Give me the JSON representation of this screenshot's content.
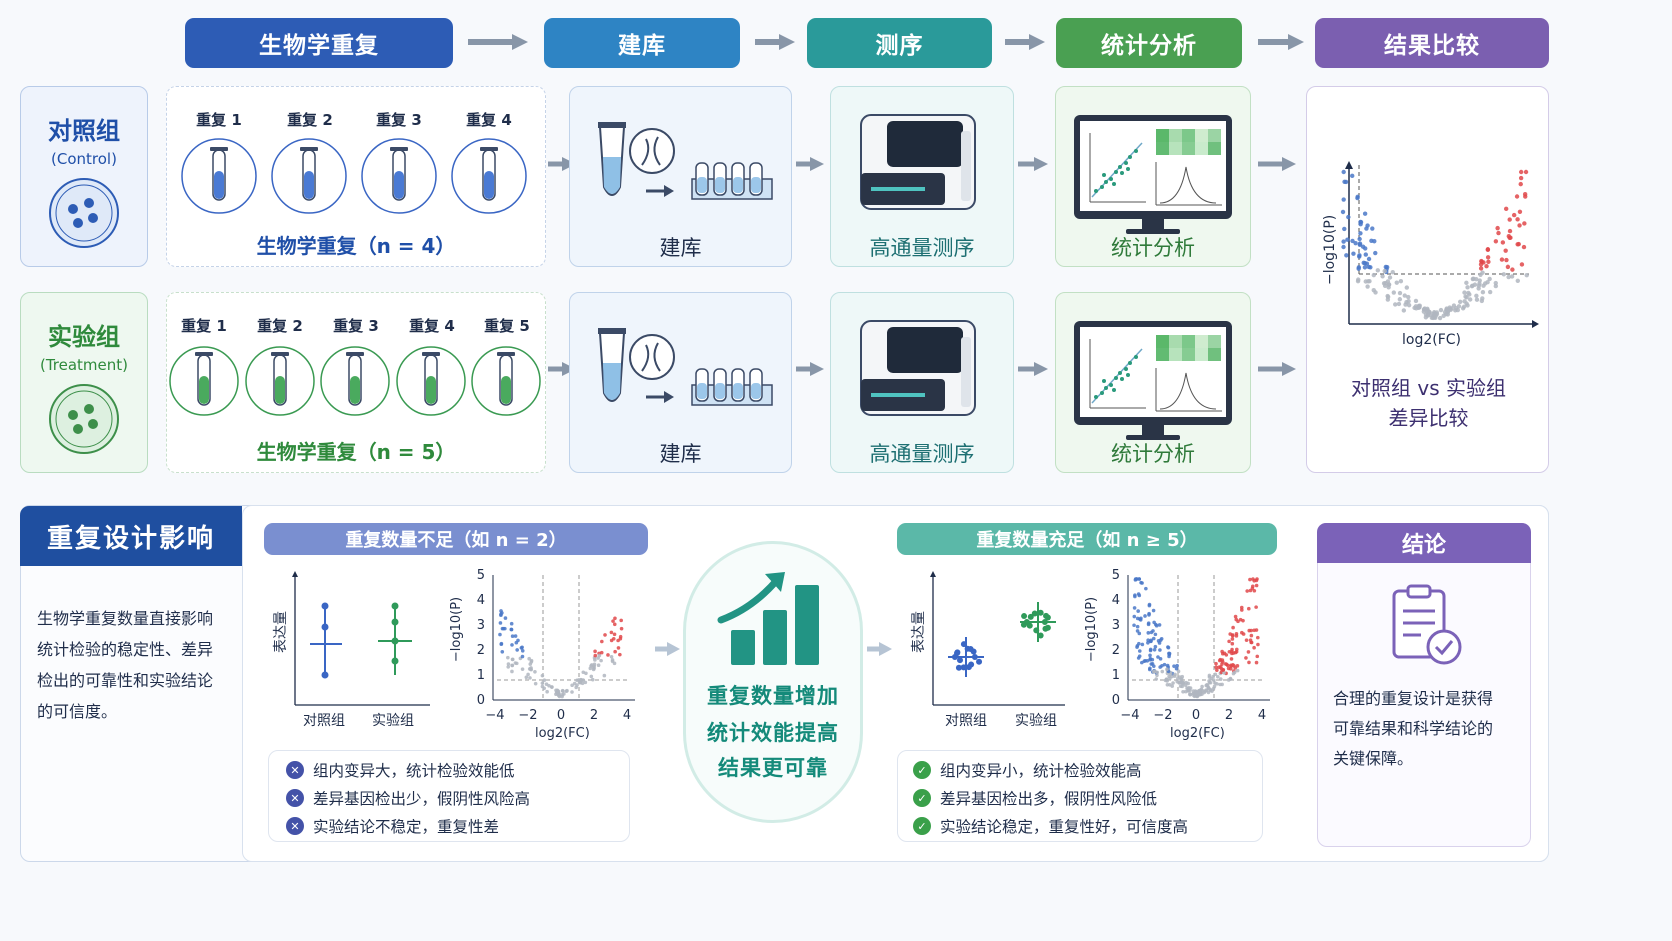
{
  "steps": {
    "s1": "生物学重复",
    "s2": "建库",
    "s3": "测序",
    "s4": "统计分析",
    "s5": "结果比较"
  },
  "control": {
    "name": "对照组",
    "sub": "(Control)",
    "reps": [
      "重复 1",
      "重复 2",
      "重复 3",
      "重复 4"
    ],
    "caption": "生物学重复（n = 4）"
  },
  "treatment": {
    "name": "实验组",
    "sub": "(Treatment)",
    "reps": [
      "重复 1",
      "重复 2",
      "重复 3",
      "重复 4",
      "重复 5"
    ],
    "caption": "生物学重复（n = 5）"
  },
  "library": {
    "label": "建库"
  },
  "sequencing": {
    "label": "高通量测序"
  },
  "analysis": {
    "label": "统计分析"
  },
  "result": {
    "ylabel": "−log10(P)",
    "xlabel": "log2(FC)",
    "caption1": "对照组 vs 实验组",
    "caption2": "差异比较"
  },
  "impact": {
    "title": "重复设计影响",
    "description": [
      "生物学重复数量直接影响",
      "统计检验的稳定性、差异",
      "检出的可靠性和实验结论",
      "的可信度。"
    ],
    "low": {
      "title": "重复数量不足（如 n = 2）",
      "ylabel": "表达量",
      "groups": [
        "对照组",
        "实验组"
      ],
      "bullets": [
        "组内变异大，统计检验效能低",
        "差异基因检出少，假阴性风险高",
        "实验结论不稳定，重复性差"
      ]
    },
    "middle": [
      "重复数量增加",
      "统计效能提高",
      "结果更可靠"
    ],
    "high": {
      "title": "重复数量充足（如 n ≥ 5）",
      "ylabel": "表达量",
      "groups": [
        "对照组",
        "实验组"
      ],
      "bullets": [
        "组内变异小，统计检验效能高",
        "差异基因检出多，假阴性风险低",
        "实验结论稳定，重复性好，可信度高"
      ]
    },
    "conclusion": {
      "title": "结论",
      "text": [
        "合理的重复设计是获得",
        "可靠结果和科学结论的",
        "关键保障。"
      ]
    }
  },
  "volcano_axes": {
    "yticks": [
      "5",
      "4",
      "3",
      "2",
      "1",
      "0"
    ],
    "xticks": [
      "−4",
      "−2",
      "0",
      "2",
      "4"
    ],
    "xlabel": "log2(FC)",
    "ylabel": "−log10(P)"
  },
  "colors": {
    "blue": "#2b5fb8",
    "teal": "#2a9a8c",
    "green": "#4aa052",
    "purple": "#7b5fb0",
    "up": "#e0484a",
    "down": "#4a78c8"
  }
}
